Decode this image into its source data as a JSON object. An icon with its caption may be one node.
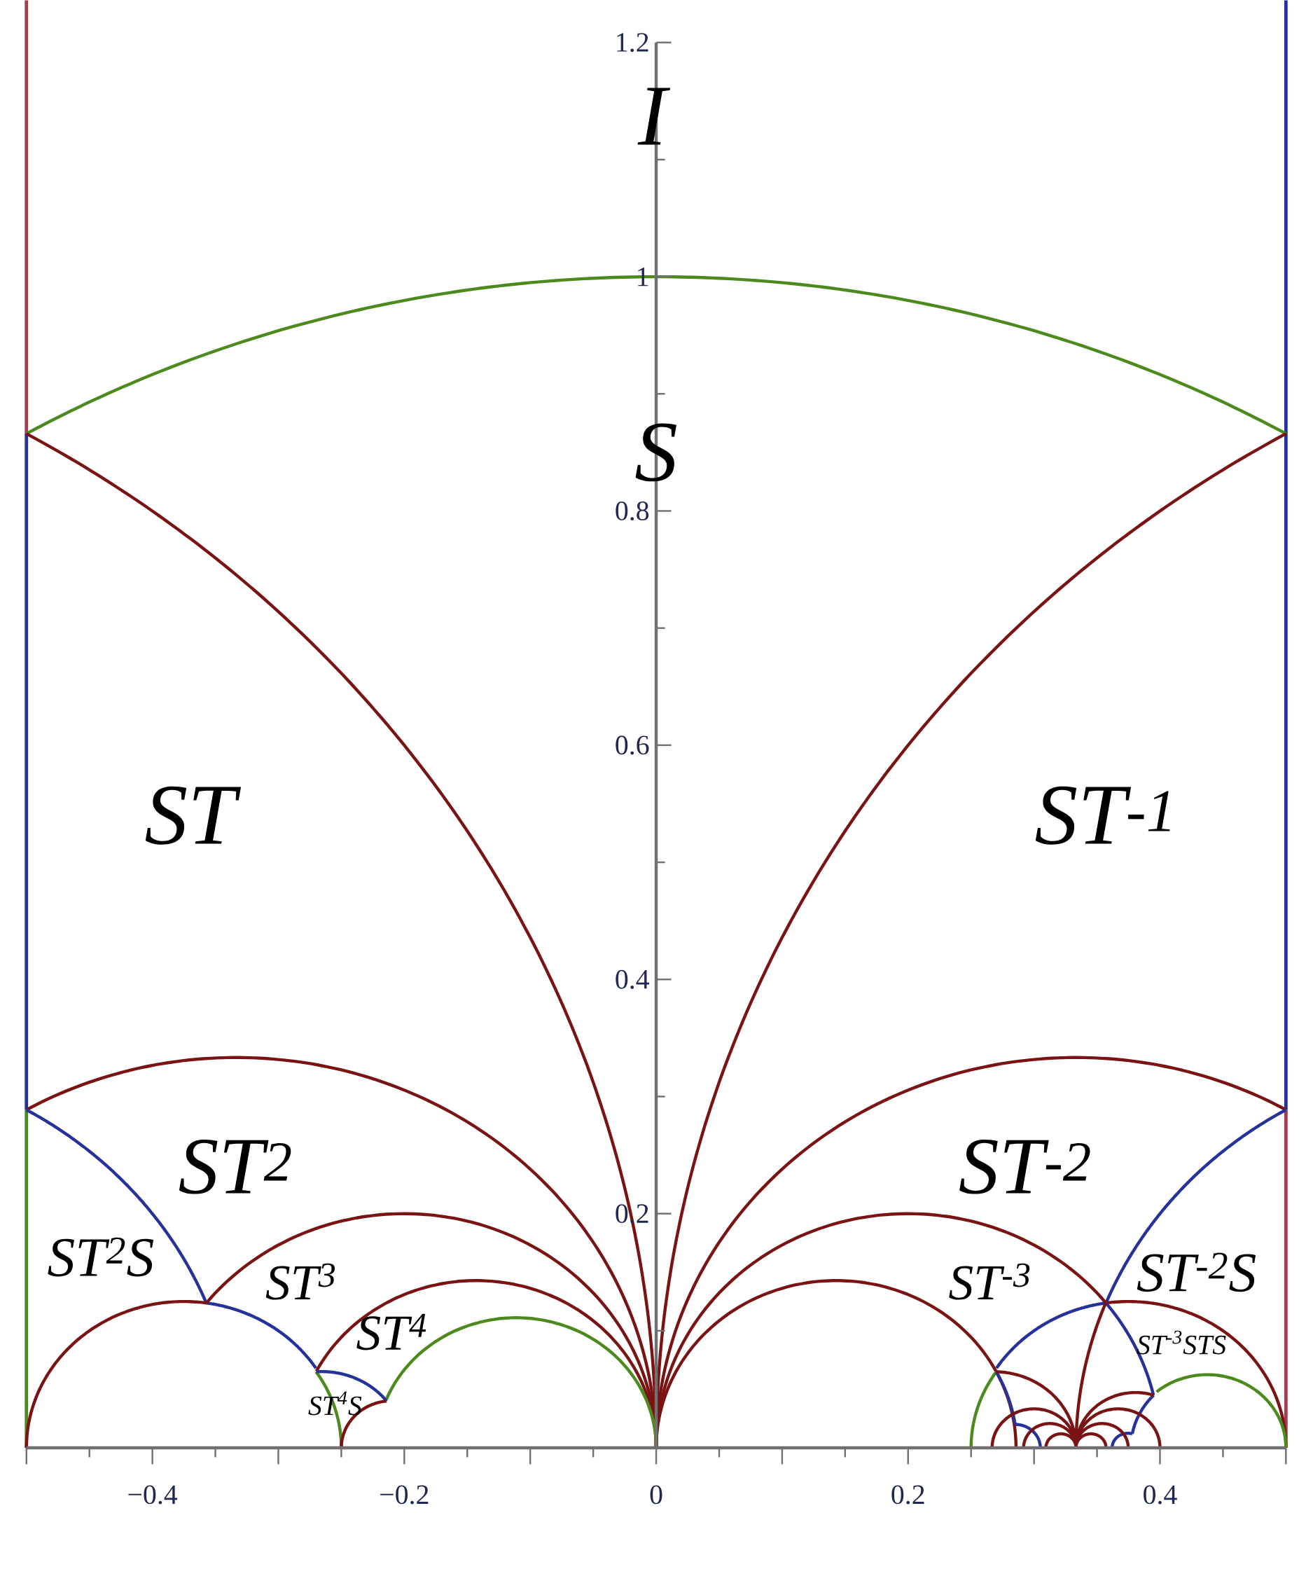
{
  "diagram": {
    "labels": [
      "I",
      "S",
      "ST",
      "ST$^{-1}$",
      "ST$^{2}$",
      "ST$^{-2}$",
      "ST$^{2}$S",
      "ST$^{3}$",
      "ST$^{4}$",
      "ST$^{4}$S",
      "ST$^{-3}$",
      "ST$^{-2}$S",
      "ST$^{-3}$STS",
      "1.2",
      "1",
      "0.8",
      "0.6",
      "0.4",
      "0.2",
      "−0.4",
      "−0.2",
      "0",
      "0.2",
      "0.4"
    ]
  }
}
